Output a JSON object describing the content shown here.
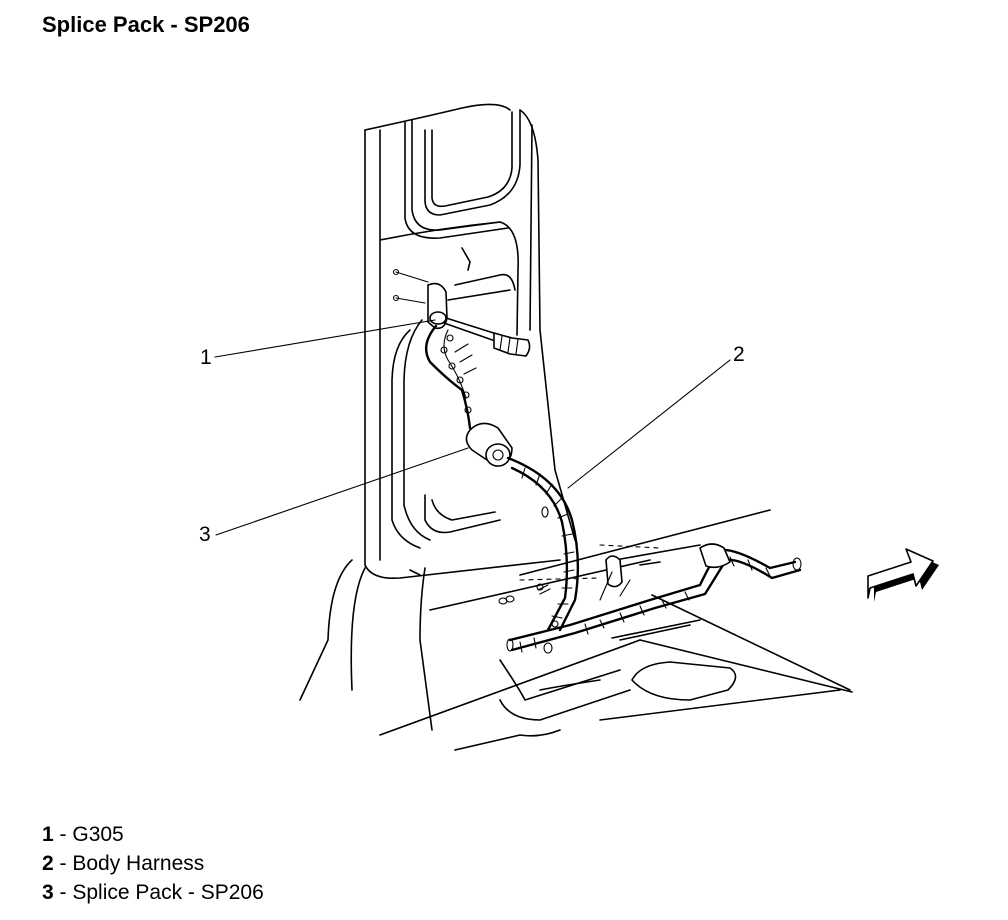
{
  "title": "Splice Pack - SP206",
  "callouts": [
    {
      "number": "1",
      "label": "G305"
    },
    {
      "number": "2",
      "label": "Body Harness"
    },
    {
      "number": "3",
      "label": "Splice Pack - SP206"
    }
  ],
  "icons": {
    "direction_arrow": "forward-arrow-icon"
  }
}
